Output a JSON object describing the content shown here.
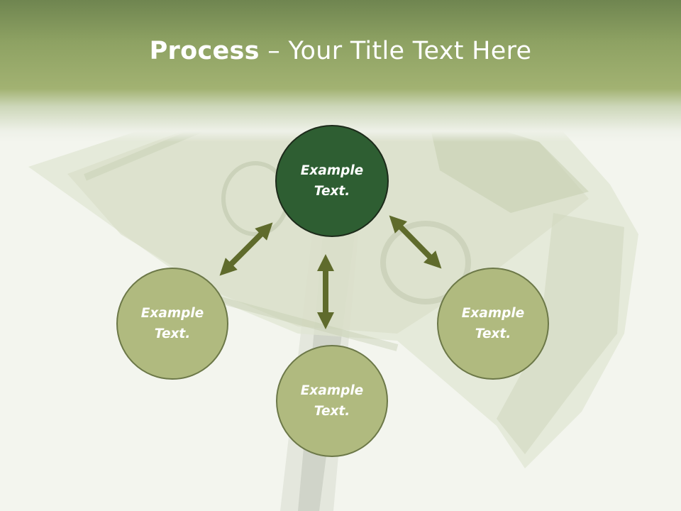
{
  "slide": {
    "title_bold": "Process",
    "title_rest": " – Your Title Text Here"
  },
  "nodes": {
    "top": {
      "line1": "Example",
      "line2": "Text."
    },
    "left": {
      "line1": "Example",
      "line2": "Text."
    },
    "right": {
      "line1": "Example",
      "line2": "Text."
    },
    "bottom": {
      "line1": "Example",
      "line2": "Text."
    }
  },
  "colors": {
    "header_green": "#8ea263",
    "hub_fill": "#2e5e32",
    "node_fill": "#b0ba7f",
    "arrow": "#5f6b2c"
  }
}
